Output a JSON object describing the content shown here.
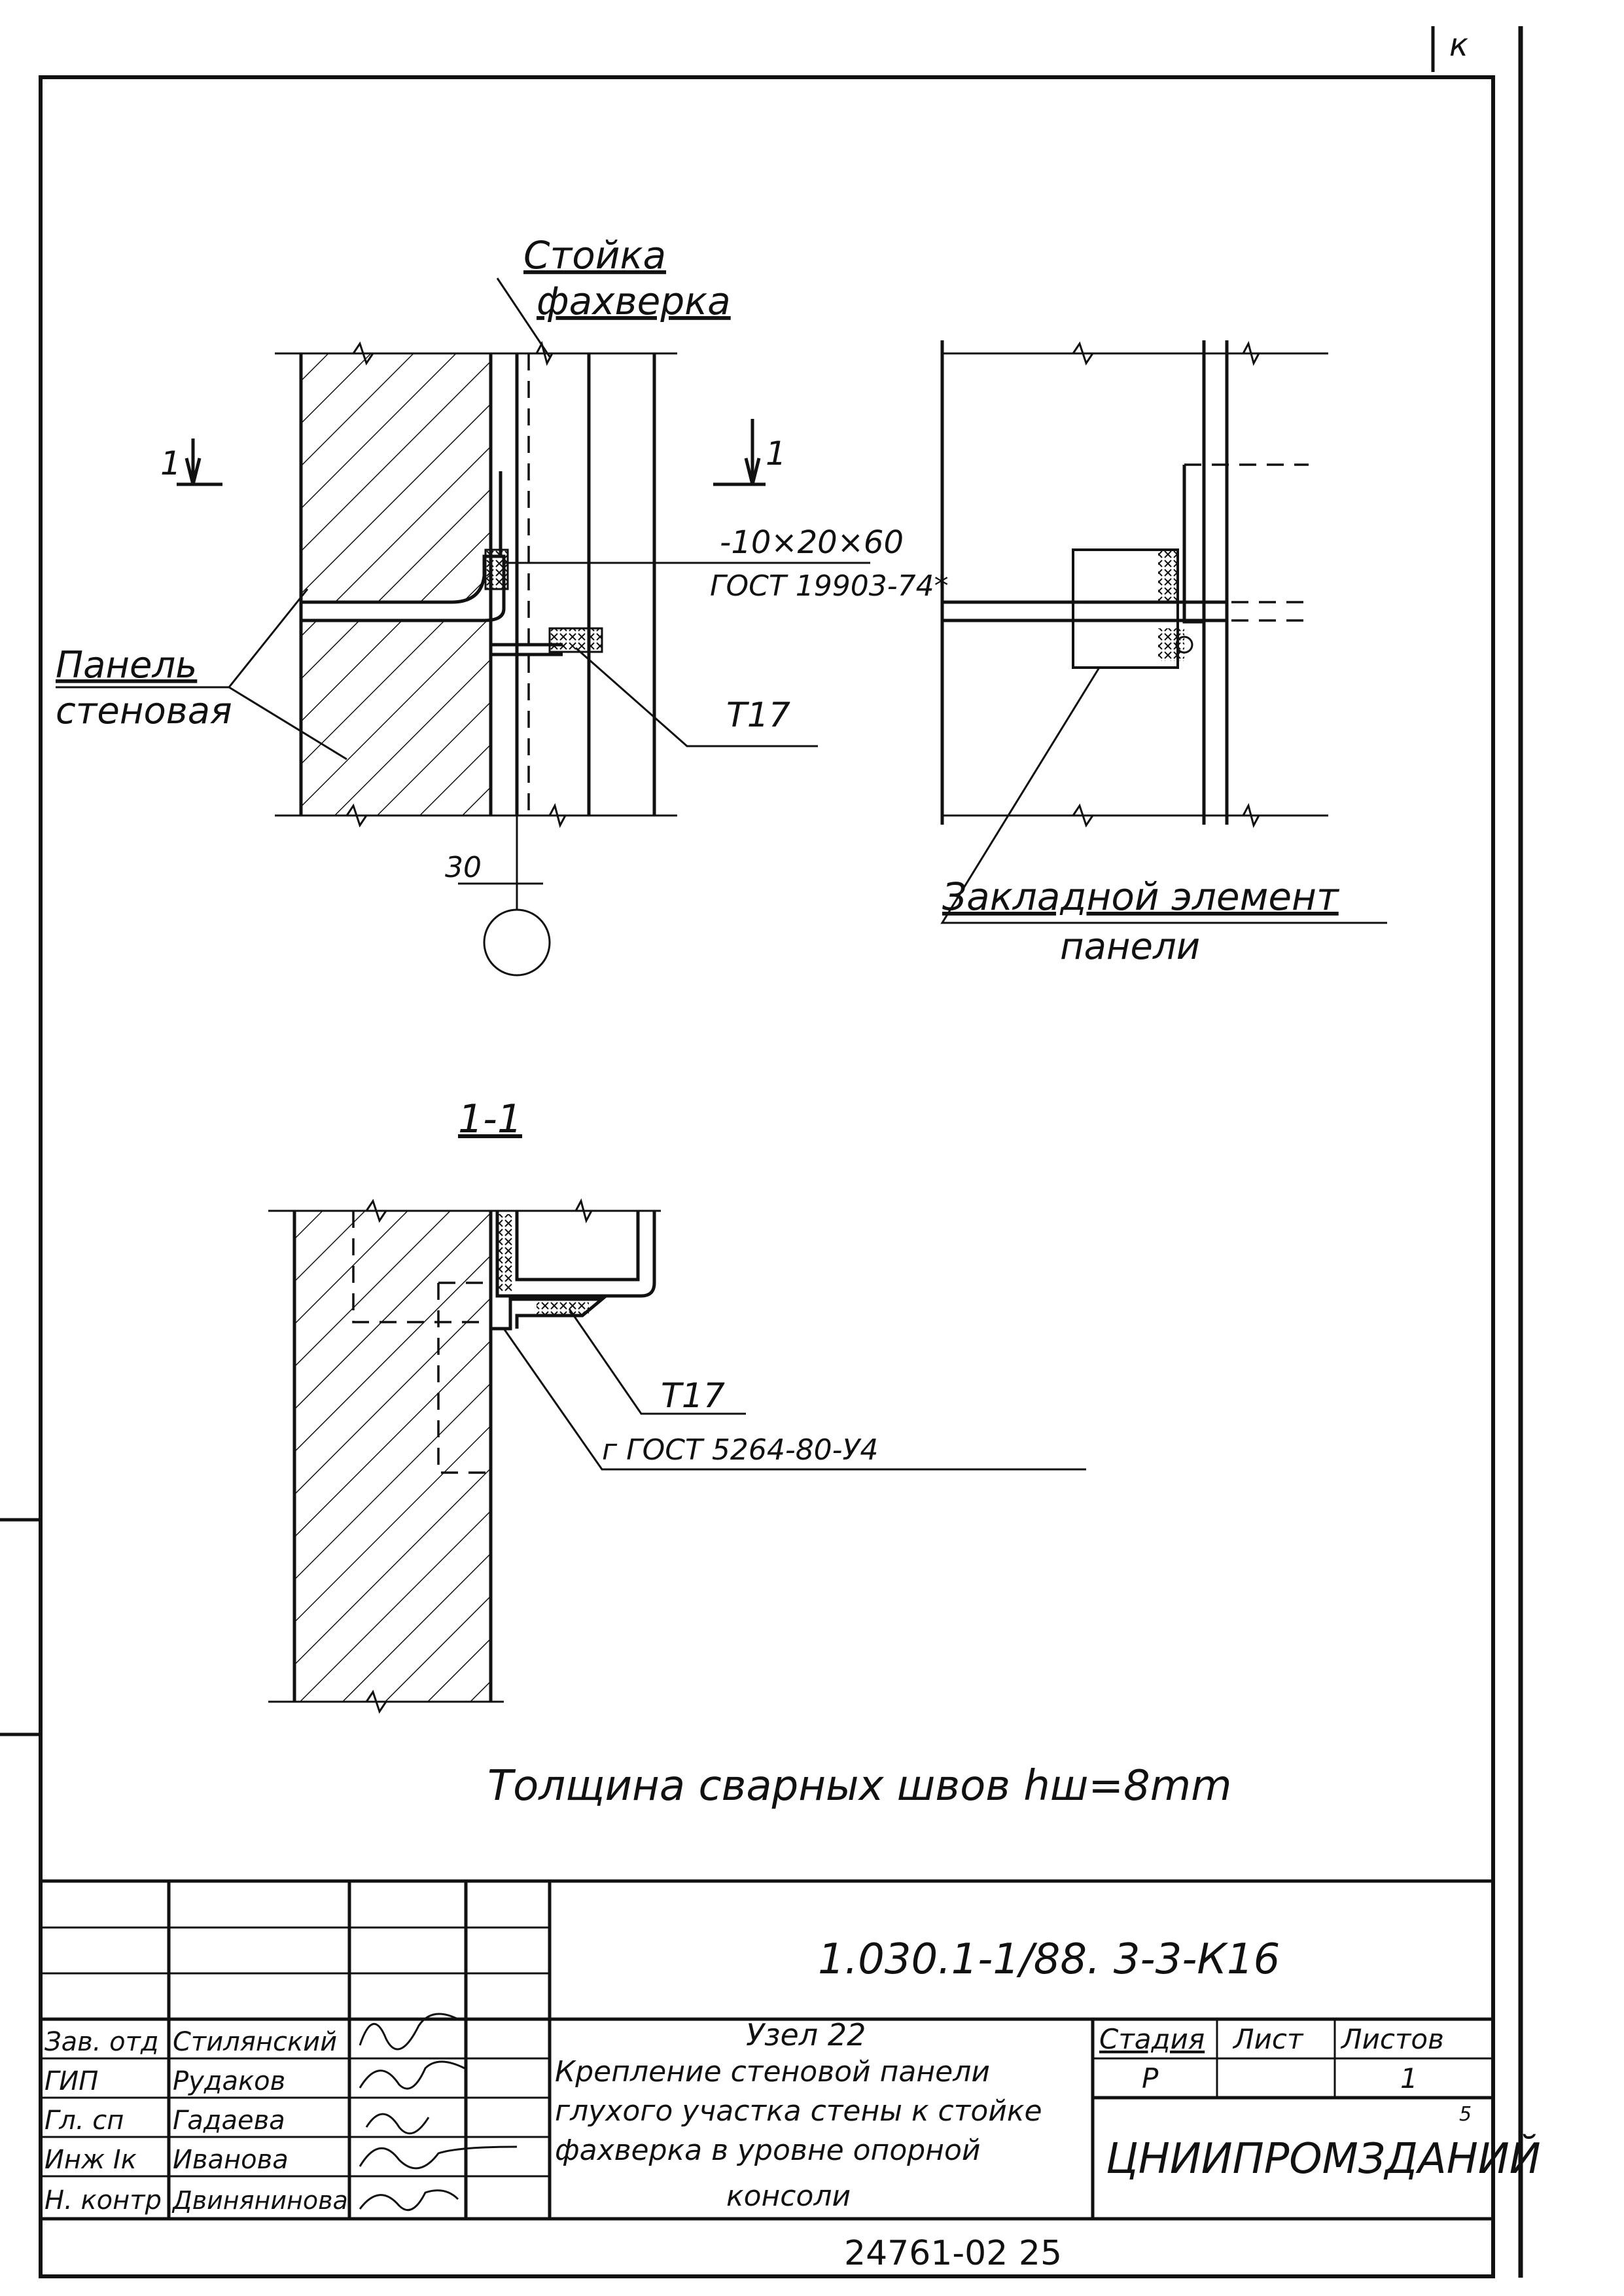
{
  "corner_mark": "к",
  "top_detail": {
    "post_label": [
      "Стойка",
      "фахверка"
    ],
    "panel_label": [
      "Панель",
      "стеновая"
    ],
    "section_mark": "1",
    "plate_spec": "-10×20×60",
    "plate_standard": "ГОСТ 19903-74*",
    "weld_type": "Т17",
    "offset_dimension": "30"
  },
  "side_detail": {
    "embedded_label": [
      "Закладной элемент",
      "панели"
    ]
  },
  "section_view": {
    "title": "1-1",
    "weld_type": "Т17",
    "weld_standard": "г ГОСТ 5264-80-У4"
  },
  "note": "Толщина сварных швов hш=8mm",
  "title_block": {
    "drawing_code": "1.030.1-1/88. 3-3-К16",
    "roles": [
      {
        "role": "Зав. отд",
        "name": "Стилянский"
      },
      {
        "role": "ГИП",
        "name": "Рудаков"
      },
      {
        "role": "Гл. сп",
        "name": "Гадаева"
      },
      {
        "role": "Инж Iк",
        "name": "Иванова"
      },
      {
        "role": "Н. контр",
        "name": "Двинянинова"
      }
    ],
    "node_title": "Узел 22",
    "description": [
      "Крепление стеновой панели",
      "глухого участка стены к стойке",
      "фахверка в уровне опорной",
      "консоли"
    ],
    "stage_header": "Стадия",
    "sheet_header": "Лист",
    "sheets_header": "Листов",
    "stage_value": "Р",
    "sheets_value": "1",
    "organization": "ЦНИИПРОМЗДАНИЙ",
    "org_note": "5"
  },
  "footer_code": "24761-02  25"
}
